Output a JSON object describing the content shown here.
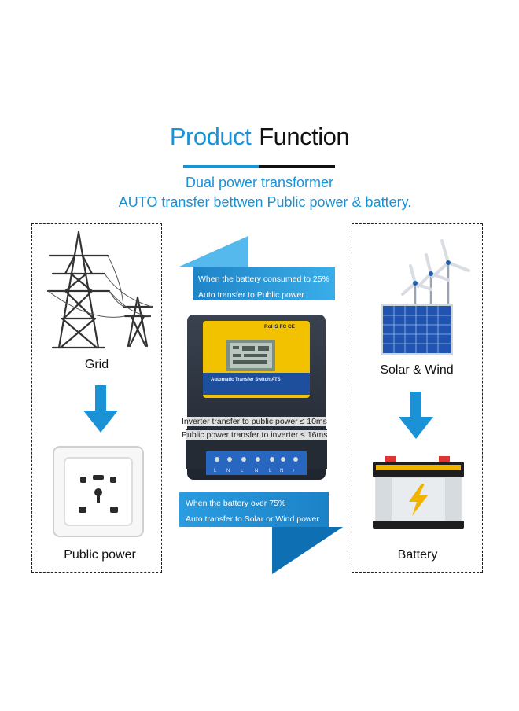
{
  "title": {
    "part1": "Product",
    "part2": "Function"
  },
  "subtitle": {
    "line1": "Dual power transformer",
    "line2": "AUTO transfer bettwen  Public power & battery."
  },
  "left_panel": {
    "top_label": "Grid",
    "bottom_label": "Public power"
  },
  "right_panel": {
    "top_label": "Solar & Wind",
    "bottom_label": "Battery"
  },
  "top_callout": {
    "line1": "When the battery consumed to 25%",
    "line2": "Auto transfer to Public power"
  },
  "bottom_callout": {
    "line1": "When the battery over 75%",
    "line2": "Auto transfer to Solar or Wind power"
  },
  "device": {
    "cert_marks": "RoHS FC CE",
    "name": "Automatic Transfer Switch  ATS",
    "spec_line1": "Inverter transfer to public power ≤ 10ms",
    "spec_line2": "Public power transfer to inverter ≤ 16ms"
  },
  "colors": {
    "accent": "#1b92d6",
    "device_yellow": "#f2c200",
    "device_body": "#2c3340"
  }
}
